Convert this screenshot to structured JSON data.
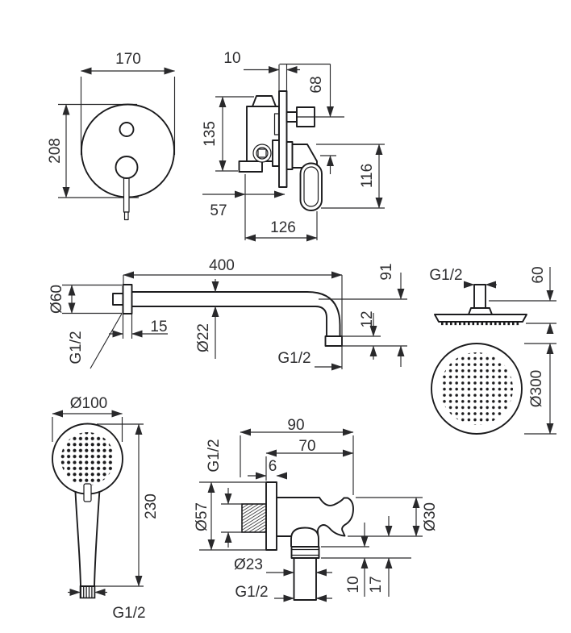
{
  "views": {
    "mixer_front": {
      "width": "170",
      "height": "208"
    },
    "mixer_side": {
      "plate_depth": "10",
      "spout_offset": "68",
      "body_height": "135",
      "handle_height": "116",
      "depth_to_plate": "57",
      "total_depth": "126"
    },
    "shower_arm": {
      "length": "400",
      "flange_diameter": "Ø60",
      "flange_depth": "15",
      "pipe_diameter": "Ø22",
      "wall_thread": "G1/2",
      "drop_height": "91",
      "outlet_length": "12",
      "outlet_thread": "G1/2"
    },
    "head_side": {
      "thread": "G1/2",
      "height": "60"
    },
    "head_face": {
      "diameter": "Ø300"
    },
    "hand_shower": {
      "diameter": "Ø100",
      "length": "230",
      "thread": "G1/2"
    },
    "wall_elbow": {
      "total_depth": "90",
      "holder_depth": "70",
      "flange_depth": "6",
      "wall_thread": "G1/2",
      "flange_diameter": "Ø57",
      "outlet_diameter": "Ø23",
      "outlet_thread": "G1/2",
      "outlet_height": "10",
      "outlet_offset": "17",
      "holder_diameter": "Ø30"
    }
  }
}
